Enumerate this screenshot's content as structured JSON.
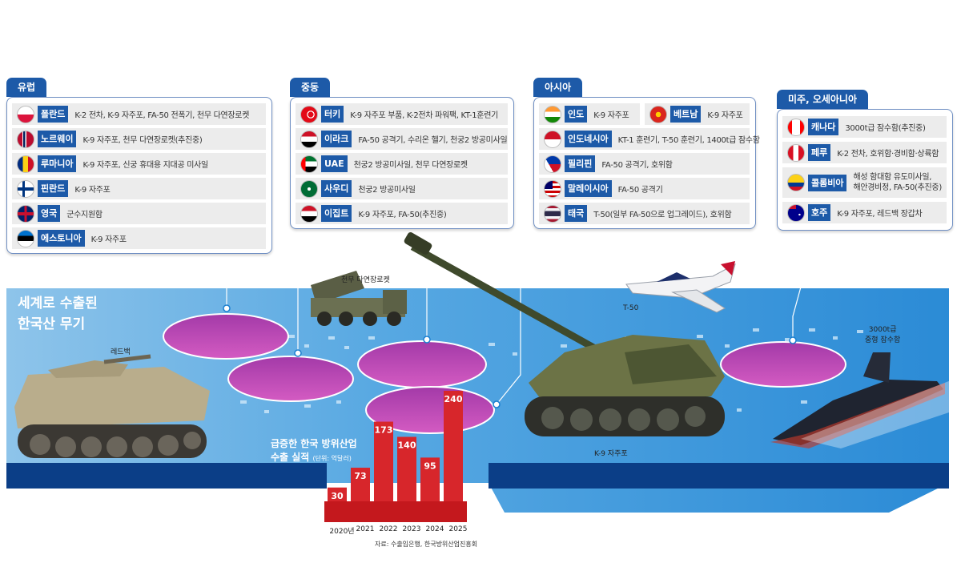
{
  "headline": {
    "line1": "세계로 수출된",
    "line2": "한국산 무기"
  },
  "weapon_labels": {
    "redback": "레드백",
    "chunmoo": "천무 다연장로켓",
    "t50": "T-50",
    "k9": "K-9 자주포",
    "submarine_line1": "3000t급",
    "submarine_line2": "중형 잠수함"
  },
  "regions": [
    {
      "title": "유럽",
      "rows": [
        {
          "country": "폴란드",
          "desc": "K-2 전차, K-9 자주포, FA-50 전폭기, 천무 다연장로켓",
          "flag": [
            "#ffffff",
            "#dc143c"
          ]
        },
        {
          "country": "노르웨이",
          "desc": "K-9 자주포, 천무 다연장로켓(추진중)",
          "flag": [
            "#ba0c2f",
            "#00205b"
          ]
        },
        {
          "country": "루마니아",
          "desc": "K-9 자주포, 신궁 휴대용 지대공 미사일",
          "flag": [
            "#002b7f",
            "#fcd116",
            "#ce1126"
          ]
        },
        {
          "country": "핀란드",
          "desc": "K-9 자주포",
          "flag": [
            "#ffffff",
            "#003580"
          ]
        },
        {
          "country": "영국",
          "desc": "군수지원함",
          "flag": [
            "#012169",
            "#c8102e"
          ]
        },
        {
          "country": "에스토니아",
          "desc": "K-9 자주포",
          "flag": [
            "#0072ce",
            "#000000",
            "#ffffff"
          ]
        }
      ]
    },
    {
      "title": "중동",
      "rows": [
        {
          "country": "터키",
          "desc": "K-9 자주포 부품, K-2전차 파워팩, KT-1훈련기",
          "flag": [
            "#e30a17",
            "#ffffff"
          ]
        },
        {
          "country": "이라크",
          "desc": "FA-50 공격기, 수리온 헬기, 천궁2 방공미사일",
          "flag": [
            "#ce1126",
            "#ffffff",
            "#000000"
          ]
        },
        {
          "country": "UAE",
          "desc": "천궁2 방공미사일, 천무 다연장로켓",
          "flag": [
            "#00732f",
            "#ffffff",
            "#000000",
            "#ff0000"
          ]
        },
        {
          "country": "사우디",
          "desc": "천궁2 방공미사일",
          "flag": [
            "#006c35",
            "#ffffff"
          ]
        },
        {
          "country": "이집트",
          "desc": "K-9 자주포, FA-50(추진중)",
          "flag": [
            "#ce1126",
            "#ffffff",
            "#000000"
          ]
        }
      ]
    },
    {
      "title": "아시아",
      "rows": [
        {
          "country": "인도",
          "desc": "K-9 자주포",
          "flag": [
            "#ff9933",
            "#ffffff",
            "#138808"
          ]
        },
        {
          "country": "베트남",
          "desc": "K-9 자주포",
          "flag": [
            "#da251d",
            "#ffcd00"
          ]
        },
        {
          "country": "인도네시아",
          "desc": "KT-1 훈련기, T-50 훈련기, 1400t급 잠수함",
          "flag": [
            "#ce1126",
            "#ffffff"
          ]
        },
        {
          "country": "필리핀",
          "desc": "FA-50 공격기, 호위함",
          "flag": [
            "#0038a8",
            "#ce1126",
            "#ffffff"
          ]
        },
        {
          "country": "말레이시아",
          "desc": "FA-50 공격기",
          "flag": [
            "#cc0001",
            "#ffffff",
            "#010066"
          ]
        },
        {
          "country": "태국",
          "desc": "T-50(일부 FA-50으로 업그레이드), 호위함",
          "flag": [
            "#a51931",
            "#f4f5f8",
            "#2d2a4a"
          ]
        }
      ]
    },
    {
      "title": "미주, 오세아니아",
      "rows": [
        {
          "country": "캐나다",
          "desc": "3000t급 잠수함(추진중)",
          "flag": [
            "#ff0000",
            "#ffffff"
          ]
        },
        {
          "country": "페루",
          "desc": "K-2 전차, 호위함·경비함·상륙함",
          "flag": [
            "#d91023",
            "#ffffff"
          ]
        },
        {
          "country": "콜롬비아",
          "desc": [
            "해성 함대함 유도미사일,",
            "해안경비정, FA-50(추진중)"
          ],
          "flag": [
            "#fcd116",
            "#003893",
            "#ce1126"
          ]
        },
        {
          "country": "호주",
          "desc": "K-9 자주포, 레드백 장갑차",
          "flag": [
            "#00008b",
            "#ffffff",
            "#ff0000"
          ]
        }
      ]
    }
  ],
  "chart_data": {
    "type": "bar",
    "title": "급증한 한국 방위산업",
    "subtitle": "수출 실적",
    "unit": "(단위: 억달러)",
    "categories": [
      "2020년",
      "2021",
      "2022",
      "2023",
      "2024",
      "2025"
    ],
    "values": [
      30,
      73,
      173,
      140,
      95,
      240
    ],
    "ylim": [
      0,
      240
    ],
    "bar_color": "#d7262b",
    "source": "자료: 수출입은행, 한국방위산업진흥회"
  },
  "colors": {
    "map_blue": "#1a7fd0",
    "panel_blue": "#1d5aa8",
    "oval_magenta": "#b4279a"
  }
}
